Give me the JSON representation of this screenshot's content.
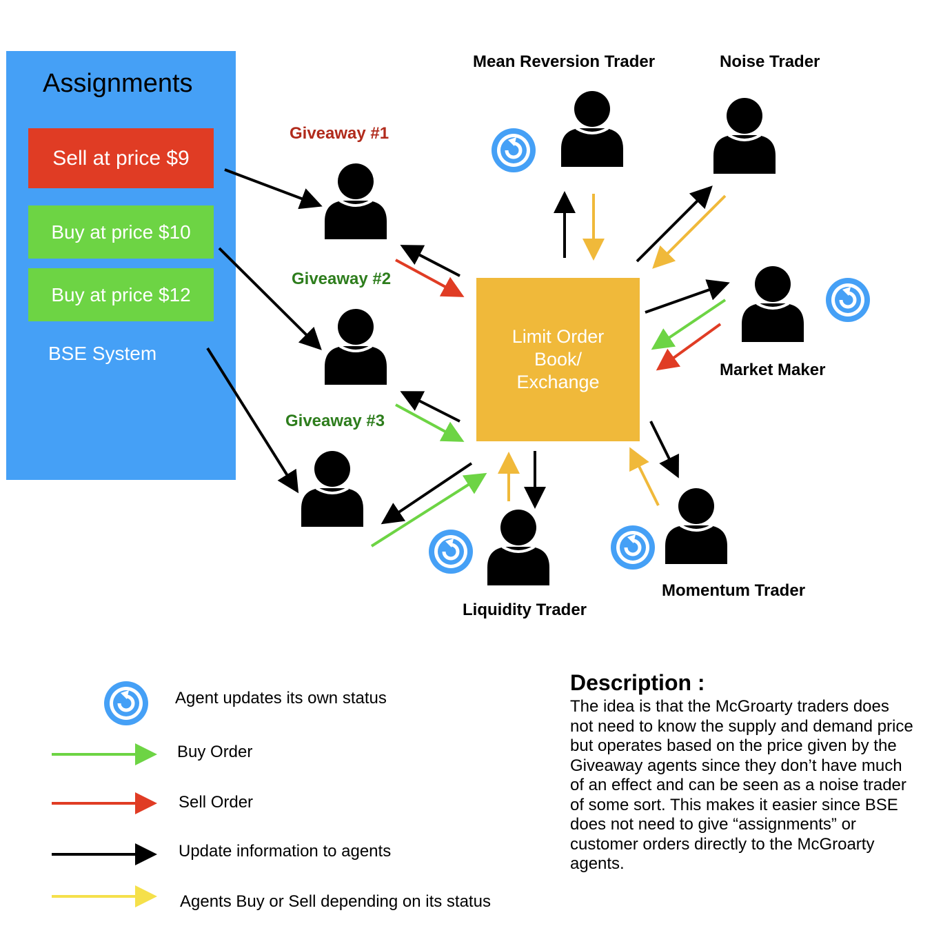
{
  "assignments": {
    "title": "Assignments",
    "sell_label": "Sell at price $9",
    "buy1_label": "Buy at price $10",
    "buy2_label": "Buy at price $12",
    "system_label": "BSE System"
  },
  "exchange": {
    "label": "Limit Order\nBook/\nExchange"
  },
  "agents": {
    "giveaway1": "Giveaway #1",
    "giveaway2": "Giveaway #2",
    "giveaway3": "Giveaway #3",
    "mean_reversion": "Mean Reversion Trader",
    "noise": "Noise Trader",
    "market_maker": "Market Maker",
    "momentum": "Momentum Trader",
    "liquidity": "Liquidity Trader"
  },
  "legend": {
    "self_update": "Agent updates its own status",
    "buy_order": "Buy Order",
    "sell_order": "Sell Order",
    "update_info": "Update information to agents",
    "agent_trade": "Agents Buy or Sell depending on its status"
  },
  "description": {
    "title": "Description :",
    "body": "The idea is that the McGroarty traders does not need to know the supply and demand price but operates based on the price given by the Giveaway agents since they don’t have much of an effect and can be seen as a noise trader of some sort. This makes it easier since BSE does not need to give “assignments” or customer orders directly to the McGroarty agents."
  },
  "colors": {
    "blue": "#45a0f6",
    "red": "#e03c24",
    "green": "#6dd444",
    "black": "#000000",
    "yellow": "#f0b93a",
    "legend_yellow": "#f5e04a"
  }
}
